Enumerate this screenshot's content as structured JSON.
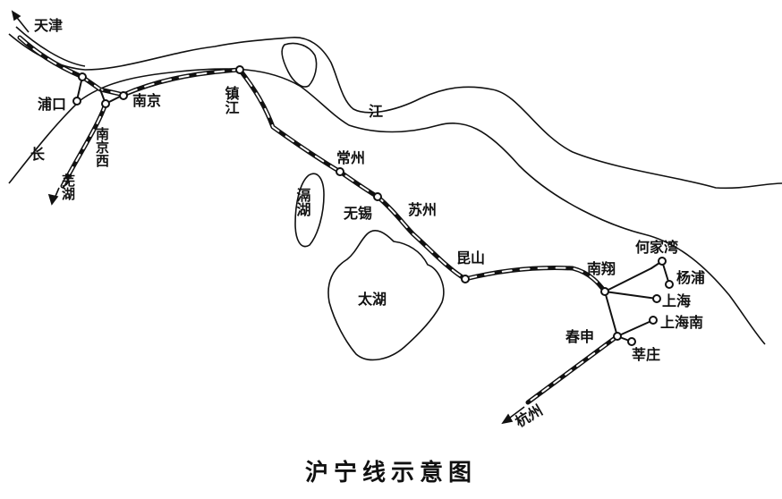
{
  "title": "沪宁线示意图",
  "directions": {
    "tianjin": "天津",
    "wuhu": "芜湖",
    "hangzhou": "杭州"
  },
  "water": {
    "chang": "长",
    "jiang": "江",
    "gehu": "滆湖",
    "taihu": "太湖"
  },
  "stations": {
    "pukou": "浦口",
    "nanjing": "南京",
    "nanjingxi": "南京西",
    "zhenjiang": "镇江",
    "changzhou": "常州",
    "wuxi": "无锡",
    "suzhou": "苏州",
    "kunshan": "昆山",
    "nanxiang": "南翔",
    "hejiawan": "何家湾",
    "yangpu": "杨浦",
    "shanghai": "上海",
    "shanghainan": "上海南",
    "chunshen": "春申",
    "xinzhuang": "莘庄"
  },
  "colors": {
    "line": "#111111",
    "background": "#ffffff"
  }
}
